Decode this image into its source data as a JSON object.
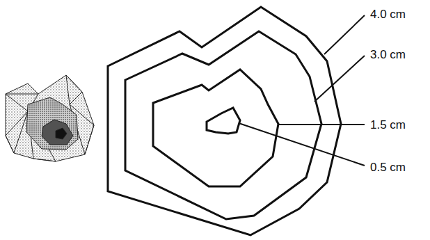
{
  "diagram": {
    "labels": [
      "4.0 cm",
      "3.0 cm",
      "1.5 cm",
      "0.5 cm"
    ]
  }
}
